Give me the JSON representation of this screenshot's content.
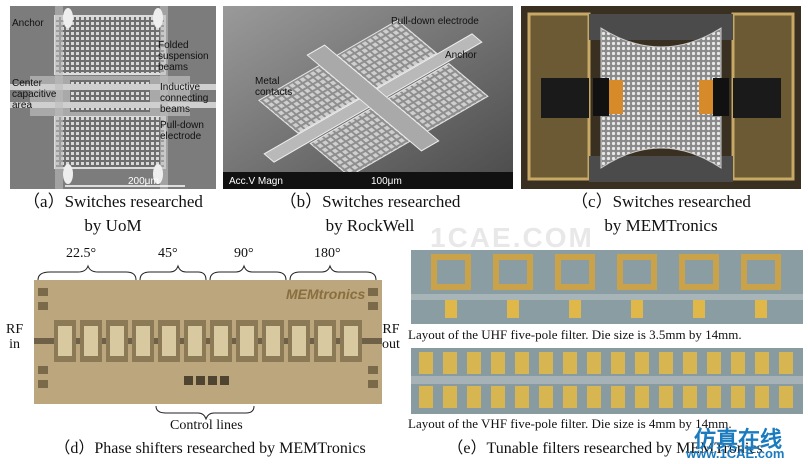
{
  "panels": {
    "a": {
      "caption_line1": "（a）Switches researched",
      "caption_line2": "by UoM",
      "labels": {
        "anchor": "Anchor",
        "folded": "Folded\nsuspension\nbeams",
        "center": "Center\ncapacitive\narea",
        "inductive": "Inductive\nconnecting\nbeams",
        "pulldown": "Pull-down\nelectrode",
        "scale": "200μm"
      }
    },
    "b": {
      "caption_line1": "（b）Switches researched",
      "caption_line2": "by RockWell",
      "labels": {
        "pulldown": "Pull-down electrode",
        "anchor": "Anchor",
        "metal": "Metal\ncontacts",
        "accv": "Acc.V  Magn",
        "scale": "100μm"
      }
    },
    "c": {
      "caption_line1": "（c）Switches researched",
      "caption_line2": "by MEMTronics"
    },
    "d": {
      "caption": "（d）Phase shifters researched by MEMTronics",
      "angles": [
        "22.5°",
        "45°",
        "90°",
        "180°"
      ],
      "rf_in": "RF\nin",
      "rf_out": "RF\nout",
      "control": "Control lines",
      "logo": "MEMtronics"
    },
    "e": {
      "caption": "（e）Tunable filters researched by MEMTronics",
      "uhf": "Layout of the UHF five-pole filter. Die size is 3.5mm by 14mm.",
      "vhf": "Layout of the VHF five-pole filter. Die size is 4mm by 14mm."
    }
  },
  "watermark": {
    "center": "1CAE.COM",
    "corner_cn": "仿真在线",
    "corner_url": "www.1CAE.com"
  }
}
